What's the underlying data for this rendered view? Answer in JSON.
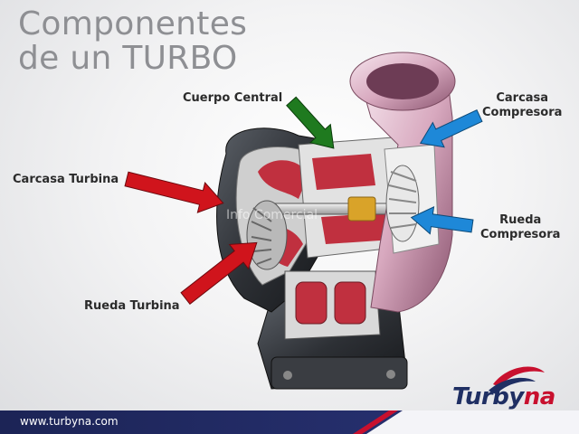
{
  "title": {
    "line1": "Componentes",
    "line2": "de un TURBO"
  },
  "labels": {
    "cuerpo_central": "Cuerpo Central",
    "carcasa_compresora_1": "Carcasa",
    "carcasa_compresora_2": "Compresora",
    "carcasa_turbina": "Carcasa Turbina",
    "rueda_compresora_1": "Rueda",
    "rueda_compresora_2": "Compresora",
    "rueda_turbina": "Rueda Turbina"
  },
  "watermark": "Info Comercial",
  "footer": {
    "url": "www.turbyna.com"
  },
  "brand": {
    "part1": "Turby",
    "part2": "na"
  },
  "colors": {
    "arrow_red": "#d0141c",
    "arrow_green": "#1f7a1f",
    "arrow_blue": "#1e88d8",
    "footer_navy": "#1c2456",
    "footer_red": "#c8102e"
  }
}
